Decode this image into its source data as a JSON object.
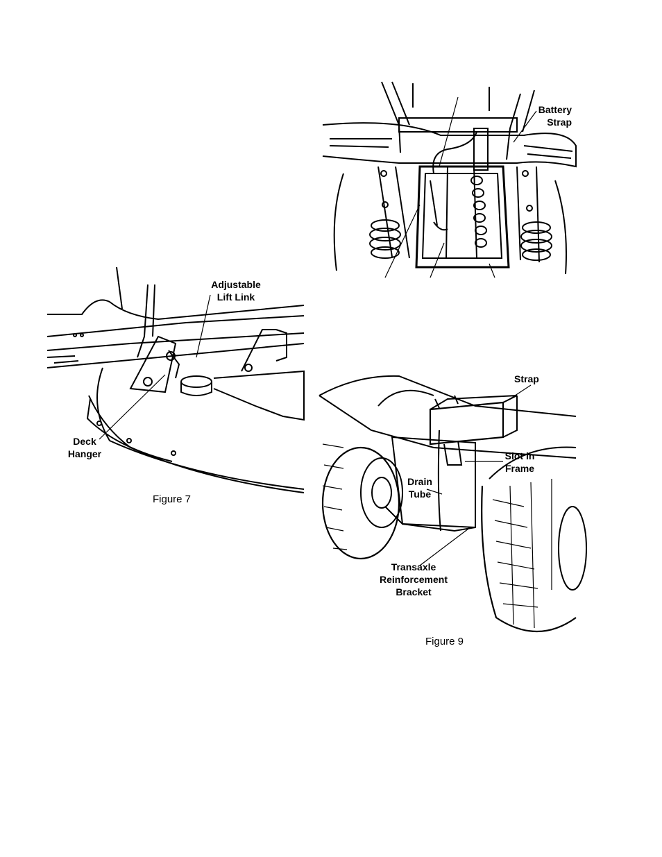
{
  "figure7": {
    "caption": "Figure 7",
    "labels": {
      "adjustable_lift_link": "Adjustable\nLift Link",
      "deck_hanger": "Deck\nHanger"
    }
  },
  "figure8": {
    "labels": {
      "battery_strap": "Battery\nStrap"
    }
  },
  "figure9": {
    "caption": "Figure 9",
    "labels": {
      "strap": "Strap",
      "slot_in_frame": "Slot in\nFrame",
      "drain_tube": "Drain\nTube",
      "transaxle_bracket": "Transaxle\nReinforcement\nBracket"
    }
  }
}
